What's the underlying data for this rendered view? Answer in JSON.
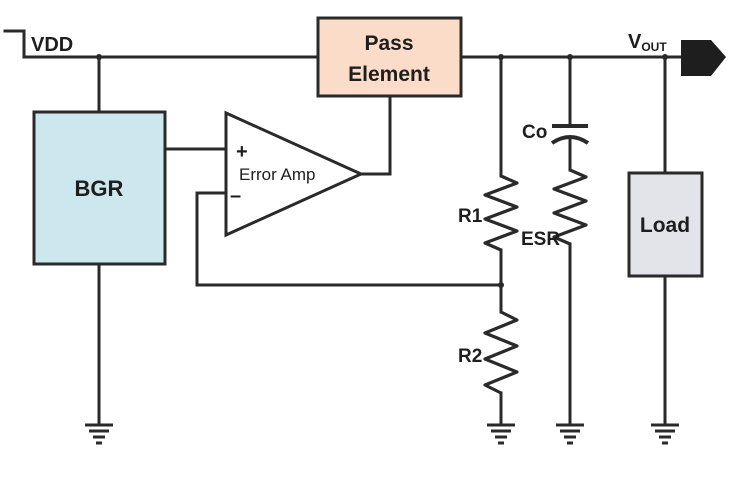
{
  "blocks": {
    "bgr": {
      "label": "BGR",
      "fill": "#cde7ef"
    },
    "pass_element": {
      "line1": "Pass",
      "line2": "Element",
      "fill": "#fbdcc8"
    },
    "error_amp": {
      "label": "Error Amp",
      "plus": "+",
      "minus": "–"
    },
    "load": {
      "label": "Load",
      "fill": "#e3e3ea"
    }
  },
  "nets": {
    "vdd": "VDD",
    "vout_main": "V",
    "vout_sub": "OUT"
  },
  "components": {
    "r1": "R1",
    "r2": "R2",
    "esr": "ESR",
    "co": "Co"
  },
  "colors": {
    "wire": "#2a2a2a",
    "text": "#1e1e1e"
  }
}
